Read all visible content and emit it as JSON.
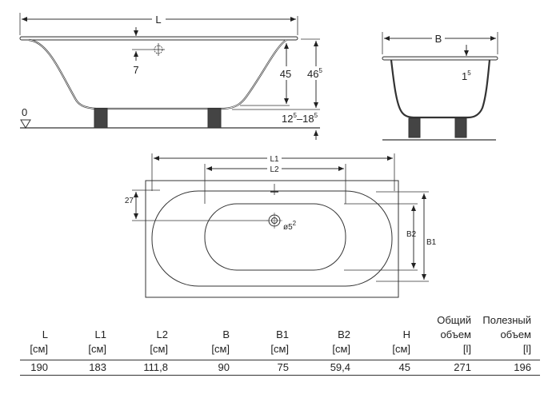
{
  "side_view": {
    "length_label": "L",
    "overflow_offset": "7",
    "depth": "45",
    "height_main": "46",
    "height_sup": "5",
    "leg_min": "12",
    "leg_min_sup": "5",
    "dash": "–",
    "leg_max": "18",
    "leg_max_sup": "5",
    "floor_level": "0"
  },
  "end_view": {
    "width_label": "B",
    "rim_main": "1",
    "rim_sup": "5"
  },
  "top_view": {
    "l1_label": "L1",
    "l2_label": "L2",
    "drain_offset": "27",
    "drain_main": "ø5",
    "drain_sup": "2",
    "b2_label": "B2",
    "b1_label": "B1"
  },
  "table": {
    "columns": [
      {
        "top": "",
        "name": "L",
        "unit": "[см]",
        "value": "190"
      },
      {
        "top": "",
        "name": "L1",
        "unit": "[см]",
        "value": "183"
      },
      {
        "top": "",
        "name": "L2",
        "unit": "[см]",
        "value": "111,8"
      },
      {
        "top": "",
        "name": "B",
        "unit": "[см]",
        "value": "90"
      },
      {
        "top": "",
        "name": "B1",
        "unit": "[см]",
        "value": "75"
      },
      {
        "top": "",
        "name": "B2",
        "unit": "[см]",
        "value": "59,4"
      },
      {
        "top": "",
        "name": "H",
        "unit": "[см]",
        "value": "45"
      },
      {
        "top": "Общий",
        "name": "объем",
        "unit": "[l]",
        "value": "271"
      },
      {
        "top": "Полезный",
        "name": "объем",
        "unit": "[l]",
        "value": "196"
      }
    ]
  }
}
